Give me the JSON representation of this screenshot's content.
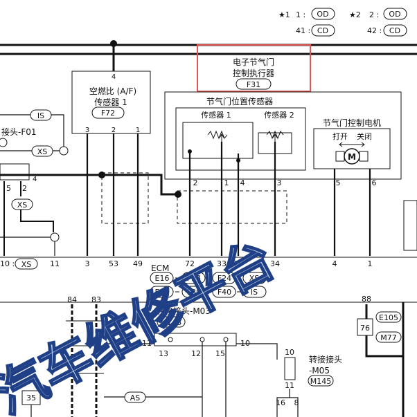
{
  "legend": {
    "star1": "★1",
    "star2": "★2",
    "row1_left_num": "1 :",
    "row1_left_tag": "OD",
    "row1_right_num": "2 :",
    "row1_right_tag": "OD",
    "row2_left_num": "41 :",
    "row2_left_tag": "CD",
    "row2_right_num": "42 :",
    "row2_right_tag": "CD"
  },
  "throttle_module": {
    "name_line1": "电子节气门",
    "name_line2": "控制执行器",
    "code": "F31",
    "highlight_color": "#e25555"
  },
  "af_sensor": {
    "pin_top": "4",
    "name_line1": "空燃比 (A/F)",
    "name_line2": "传感器 1",
    "code": "F72",
    "pins": [
      "3",
      "2",
      "1"
    ]
  },
  "tps": {
    "title": "节气门位置传感器",
    "sensor1": "传感器 1",
    "sensor2": "传感器 2",
    "pins": [
      "2",
      "1",
      "4",
      "3"
    ]
  },
  "motor": {
    "title": "节气门控制电机",
    "open": "打开",
    "close": "关闭",
    "symbol": "M",
    "pins": [
      "5",
      "6"
    ]
  },
  "left": {
    "is_tag": "IS",
    "junction_label": "接头-F01",
    "xs_tag1": "XS",
    "pin_4": "4",
    "pin_5": "5",
    "pin_2": "2",
    "xs_tag2": "XS",
    "bottom_label": "10 :",
    "bottom_tag": "XS",
    "bottom_pin": "11"
  },
  "ecm": {
    "label": "ECM",
    "pins": [
      "3",
      "53",
      "49",
      "72",
      "33",
      "36",
      "34",
      "4",
      "1"
    ],
    "codes_row1": [
      "E16",
      "F23",
      "F24",
      "XS"
    ],
    "codes_row2": [
      "E34",
      "F39",
      "F40",
      "IS"
    ]
  },
  "lower": {
    "pin_84": "84",
    "pin_83": "83",
    "m03_label": "转接接头-M03",
    "m03_code": "M143",
    "m03_left": "11",
    "m03_right": "10",
    "m03_pins": [
      "13",
      "12",
      "15"
    ],
    "m05_label1": "转接接头",
    "m05_label2": "-M05",
    "m05_code": "M145",
    "m05_top": "10",
    "m05_bottom": "11",
    "pin_16": "16",
    "pin_8": "8",
    "pin_88": "88",
    "pin_76": "76",
    "code_e105": "E105",
    "code_m77": "M77",
    "box_35": "35",
    "as_tag": "AS"
  },
  "watermark": "汽车维修平台"
}
